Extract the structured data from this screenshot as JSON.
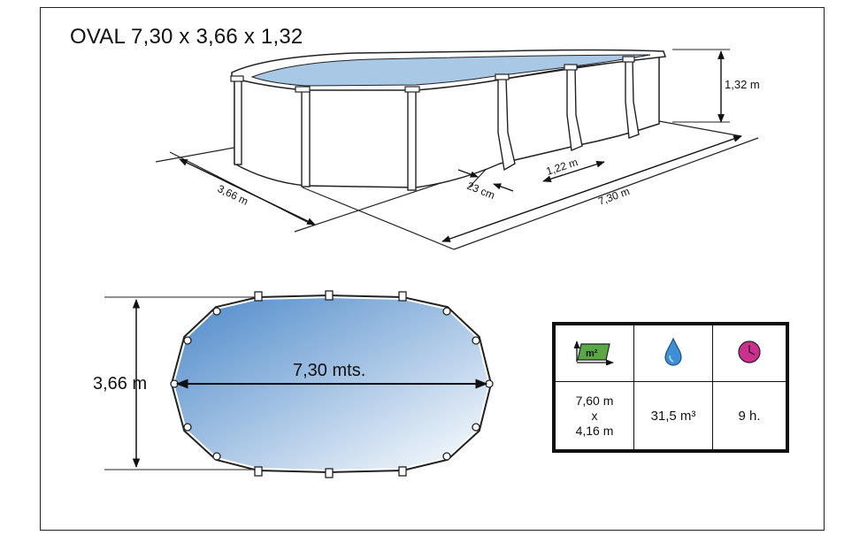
{
  "title": "OVAL 7,30 x 3,66 x 1,32",
  "perspective": {
    "height_label": "1,32 m",
    "width_label": "3,66 m",
    "length_label": "7,30 m",
    "post_spacing_label": "1,22 m",
    "post_width_label": "23 cm"
  },
  "plan": {
    "width_label": "3,66 m",
    "length_label": "7,30 mts.",
    "gradient_start": "#4b88c9",
    "gradient_end": "#ffffff"
  },
  "specs": {
    "area_icon": "area-m2-icon",
    "area_icon_text": "m²",
    "volume_icon": "water-drop-icon",
    "time_icon": "clock-icon",
    "footprint_line1": "7,60 m",
    "footprint_line2": "x",
    "footprint_line3": "4,16 m",
    "volume": "31,5 m³",
    "fill_time": "9 h."
  },
  "colors": {
    "water": "#a9c8e6",
    "drop": "#3f8fd6",
    "clock": "#cc2f8c",
    "area_green": "#5aa746"
  }
}
